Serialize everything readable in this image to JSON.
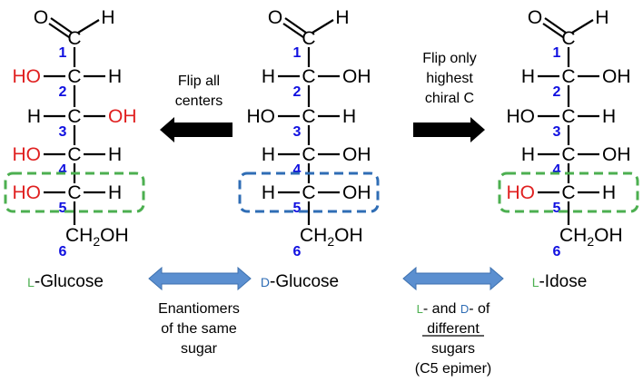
{
  "colors": {
    "black": "#000000",
    "red": "#e02020",
    "blue": "#1010e0",
    "green": "#4caf50",
    "frame_blue": "#2f6db5",
    "double_arrow": "#5b8fd0"
  },
  "atoms": {
    "O": "O",
    "H": "H",
    "C": "C",
    "CH2OH": "CH",
    "sub2": "2",
    "OH_tail": "OH"
  },
  "carbon_numbers": [
    "1",
    "2",
    "3",
    "4",
    "5",
    "6"
  ],
  "molecules": [
    {
      "name_prefix": "L",
      "name_rest": "-Glucose",
      "prefix_color": "#4caf50",
      "rows": [
        {
          "left": "HO",
          "left_color": "#e02020",
          "right": "H",
          "right_color": "#000000"
        },
        {
          "left": "H",
          "left_color": "#000000",
          "right": "OH",
          "right_color": "#e02020"
        },
        {
          "left": "HO",
          "left_color": "#e02020",
          "right": "H",
          "right_color": "#000000"
        },
        {
          "left": "HO",
          "left_color": "#e02020",
          "right": "H",
          "right_color": "#000000"
        }
      ],
      "frame_color": "#4caf50"
    },
    {
      "name_prefix": "D",
      "name_rest": "-Glucose",
      "prefix_color": "#2f6db5",
      "rows": [
        {
          "left": "H",
          "left_color": "#000000",
          "right": "OH",
          "right_color": "#000000"
        },
        {
          "left": "HO",
          "left_color": "#000000",
          "right": "H",
          "right_color": "#000000"
        },
        {
          "left": "H",
          "left_color": "#000000",
          "right": "OH",
          "right_color": "#000000"
        },
        {
          "left": "H",
          "left_color": "#000000",
          "right": "OH",
          "right_color": "#000000"
        }
      ],
      "frame_color": "#2f6db5"
    },
    {
      "name_prefix": "L",
      "name_rest": "-Idose",
      "prefix_color": "#4caf50",
      "rows": [
        {
          "left": "H",
          "left_color": "#000000",
          "right": "OH",
          "right_color": "#000000"
        },
        {
          "left": "HO",
          "left_color": "#000000",
          "right": "H",
          "right_color": "#000000"
        },
        {
          "left": "H",
          "left_color": "#000000",
          "right": "OH",
          "right_color": "#000000"
        },
        {
          "left": "HO",
          "left_color": "#e02020",
          "right": "H",
          "right_color": "#000000"
        }
      ],
      "frame_color": "#4caf50"
    }
  ],
  "arrows": {
    "left_caption": [
      "Flip all",
      "centers"
    ],
    "right_caption": [
      "Flip only",
      "highest",
      "chiral C"
    ]
  },
  "relations": {
    "left": [
      "Enantiomers",
      "of the same",
      "sugar"
    ],
    "right_line1_prefix1": "L",
    "right_line1_mid": "- and ",
    "right_line1_prefix2": "D",
    "right_line1_tail": "- of",
    "right_line2": "different",
    "right_line3": "sugars",
    "right_line4": "(C5 epimer)"
  }
}
